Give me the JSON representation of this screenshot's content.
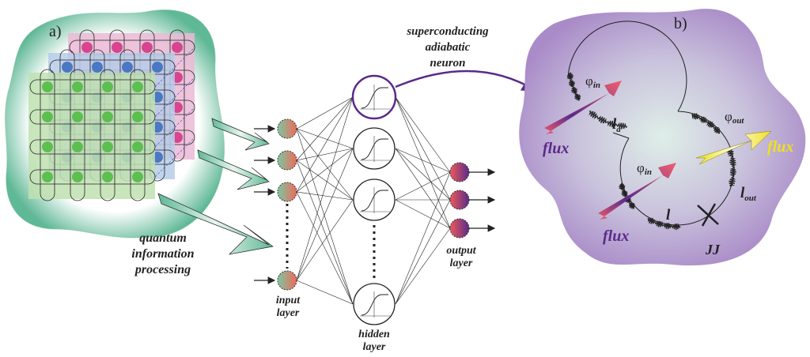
{
  "panel_a": {
    "label": "a)",
    "caption": [
      "quantum",
      "information",
      "processing"
    ],
    "layer_colors": {
      "green": "#5cbf4f",
      "blue": "#4a78c4",
      "pink": "#d8448f"
    }
  },
  "network": {
    "neuron_caption": [
      "superconducting",
      "adiabatic",
      "neuron"
    ],
    "input_label": [
      "input",
      "layer"
    ],
    "hidden_label": [
      "hidden",
      "layer"
    ],
    "output_label": [
      "output",
      "layer"
    ],
    "highlight_color": "#5a2a8a"
  },
  "panel_b": {
    "label": "b)",
    "phi_in": "φ",
    "phi_in_sub": "in",
    "phi_out": "φ",
    "phi_out_sub": "out",
    "flux": "flux",
    "l_a": "l",
    "l_a_sub": "a",
    "l": "l",
    "l_out": "l",
    "l_out_sub": "out",
    "jj": "JJ",
    "flux_in_color": "#5a2a8a",
    "flux_out_color": "#f0e020",
    "background_color": "#b6a0cc"
  }
}
